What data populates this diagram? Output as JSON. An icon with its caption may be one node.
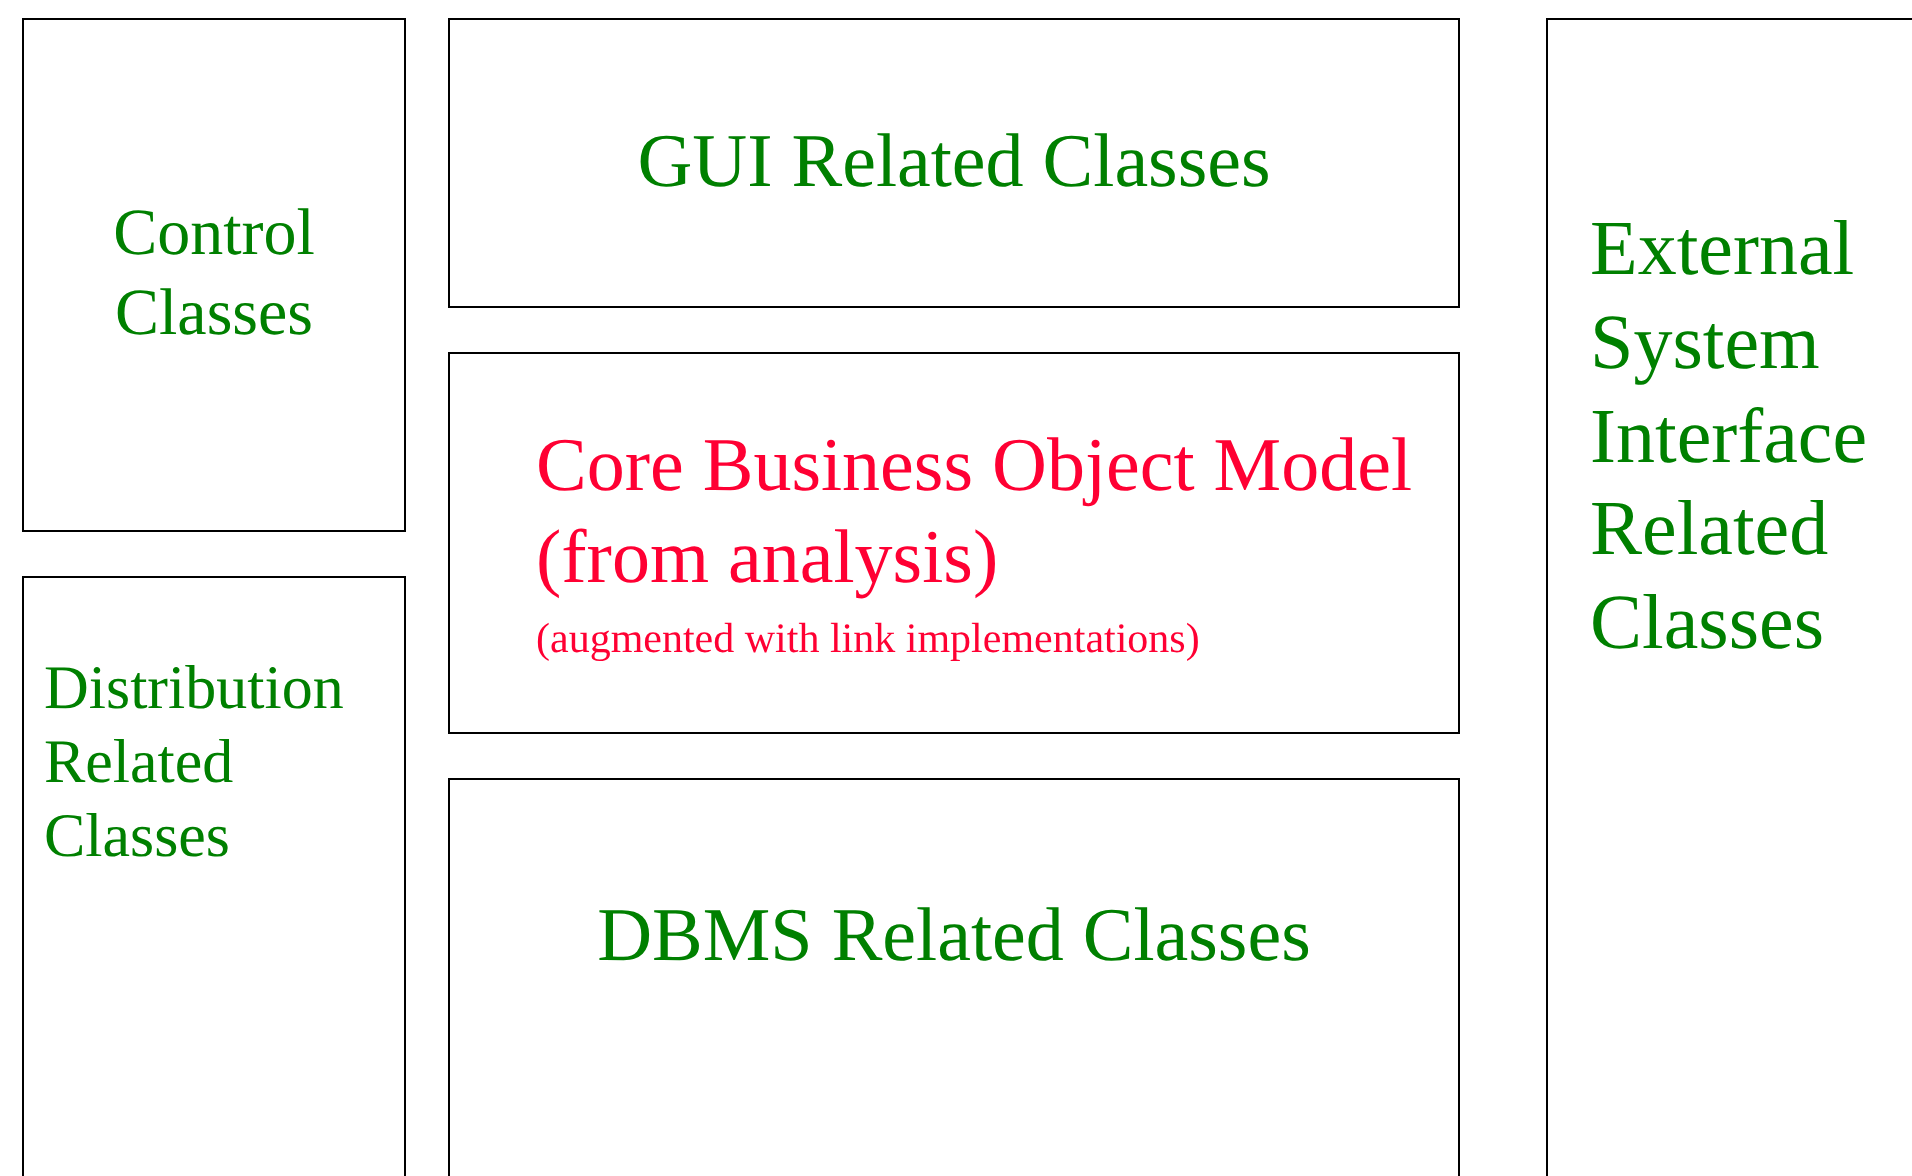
{
  "diagram": {
    "nodes": [
      {
        "text": [
          "Control Classes"
        ]
      },
      {
        "text": [
          "GUI Related Classes"
        ]
      },
      {
        "text": [
          "External System Interface Related Classes"
        ]
      },
      {
        "text": [
          "Core Business Object Model (from analysis)",
          "(augmented with link implementations)"
        ]
      },
      {
        "text": [
          "Distribution Related Classes"
        ]
      },
      {
        "text": [
          "DBMS Related Classes"
        ]
      }
    ]
  }
}
